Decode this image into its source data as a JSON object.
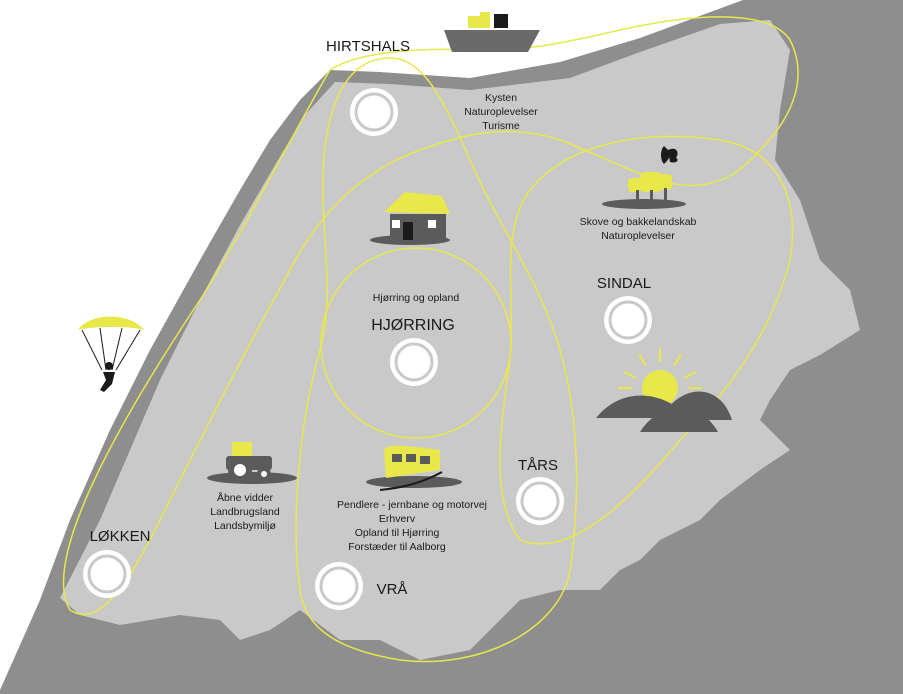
{
  "colors": {
    "sea": "#8e8e8e",
    "land": "#c9c9c9",
    "coast": "#ffffff",
    "accent": "#e8e84a",
    "dark": "#5b5b5b"
  },
  "towns": {
    "hirtshals": "HIRTSHALS",
    "hjorring": "HJØRRING",
    "sindal": "SINDAL",
    "tars": "TÅRS",
    "lokken": "LØKKEN",
    "vra": "VRÅ"
  },
  "regions": {
    "coast": [
      "Kysten",
      "Naturoplevelser",
      "Turisme"
    ],
    "forest": [
      "Skove og bakkelandskab",
      "Naturoplevelser"
    ],
    "hjorring_area": [
      "Hjørring og opland"
    ],
    "farmland": [
      "Åbne vidder",
      "Landbrugsland",
      "Landsbymiljø"
    ],
    "commuter": [
      "Pendlere - jernbane og motorvej",
      "Erhverv",
      "Opland til Hjørring",
      "Forstæder til Aalborg"
    ]
  },
  "icons": {
    "ship": "ship-icon",
    "house": "house-icon",
    "squirrel_trees": "trees-squirrel-icon",
    "sun_hills": "sun-hills-icon",
    "tractor": "tractor-icon",
    "train": "train-icon",
    "paraglider": "paraglider-icon",
    "town_marker": "town-marker-icon"
  }
}
